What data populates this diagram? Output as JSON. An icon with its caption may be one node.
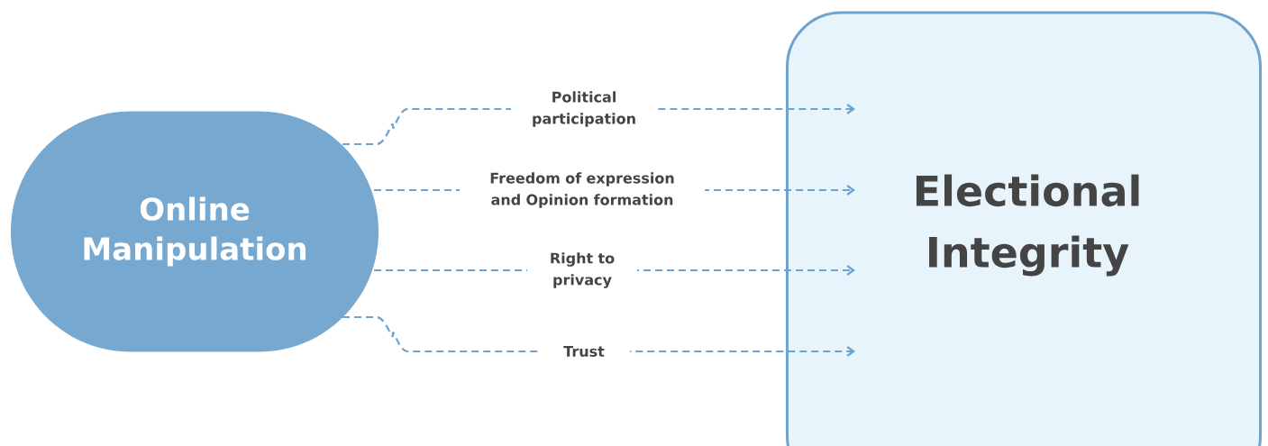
{
  "diagram": {
    "nodes": [
      {
        "text": [
          "Online Manipulation"
        ]
      },
      {
        "text": [
          "Electional Integrity"
        ]
      }
    ],
    "edges": [
      {
        "from": 0,
        "to": 1,
        "arrow": "to",
        "style": "dashed",
        "label": "Political participation"
      },
      {
        "from": 0,
        "to": 1,
        "arrow": "to",
        "style": "dashed",
        "label": "Freedom of expression and Opinion formation"
      },
      {
        "from": 0,
        "to": 1,
        "arrow": "to",
        "style": "dashed",
        "label": "Right to privacy"
      },
      {
        "from": 0,
        "to": 1,
        "arrow": "to",
        "style": "dashed",
        "label": "Trust"
      }
    ]
  }
}
